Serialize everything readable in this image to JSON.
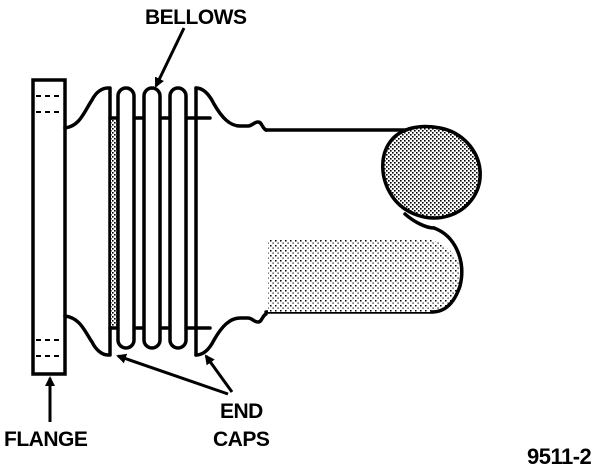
{
  "labels": {
    "bellows": "BELLOWS",
    "flange": "FLANGE",
    "end_caps_line1": "END",
    "end_caps_line2": "CAPS",
    "figure_number": "9511-2"
  },
  "colors": {
    "ink": "#000000",
    "paper": "#ffffff",
    "shade": "#9a9a9a"
  }
}
